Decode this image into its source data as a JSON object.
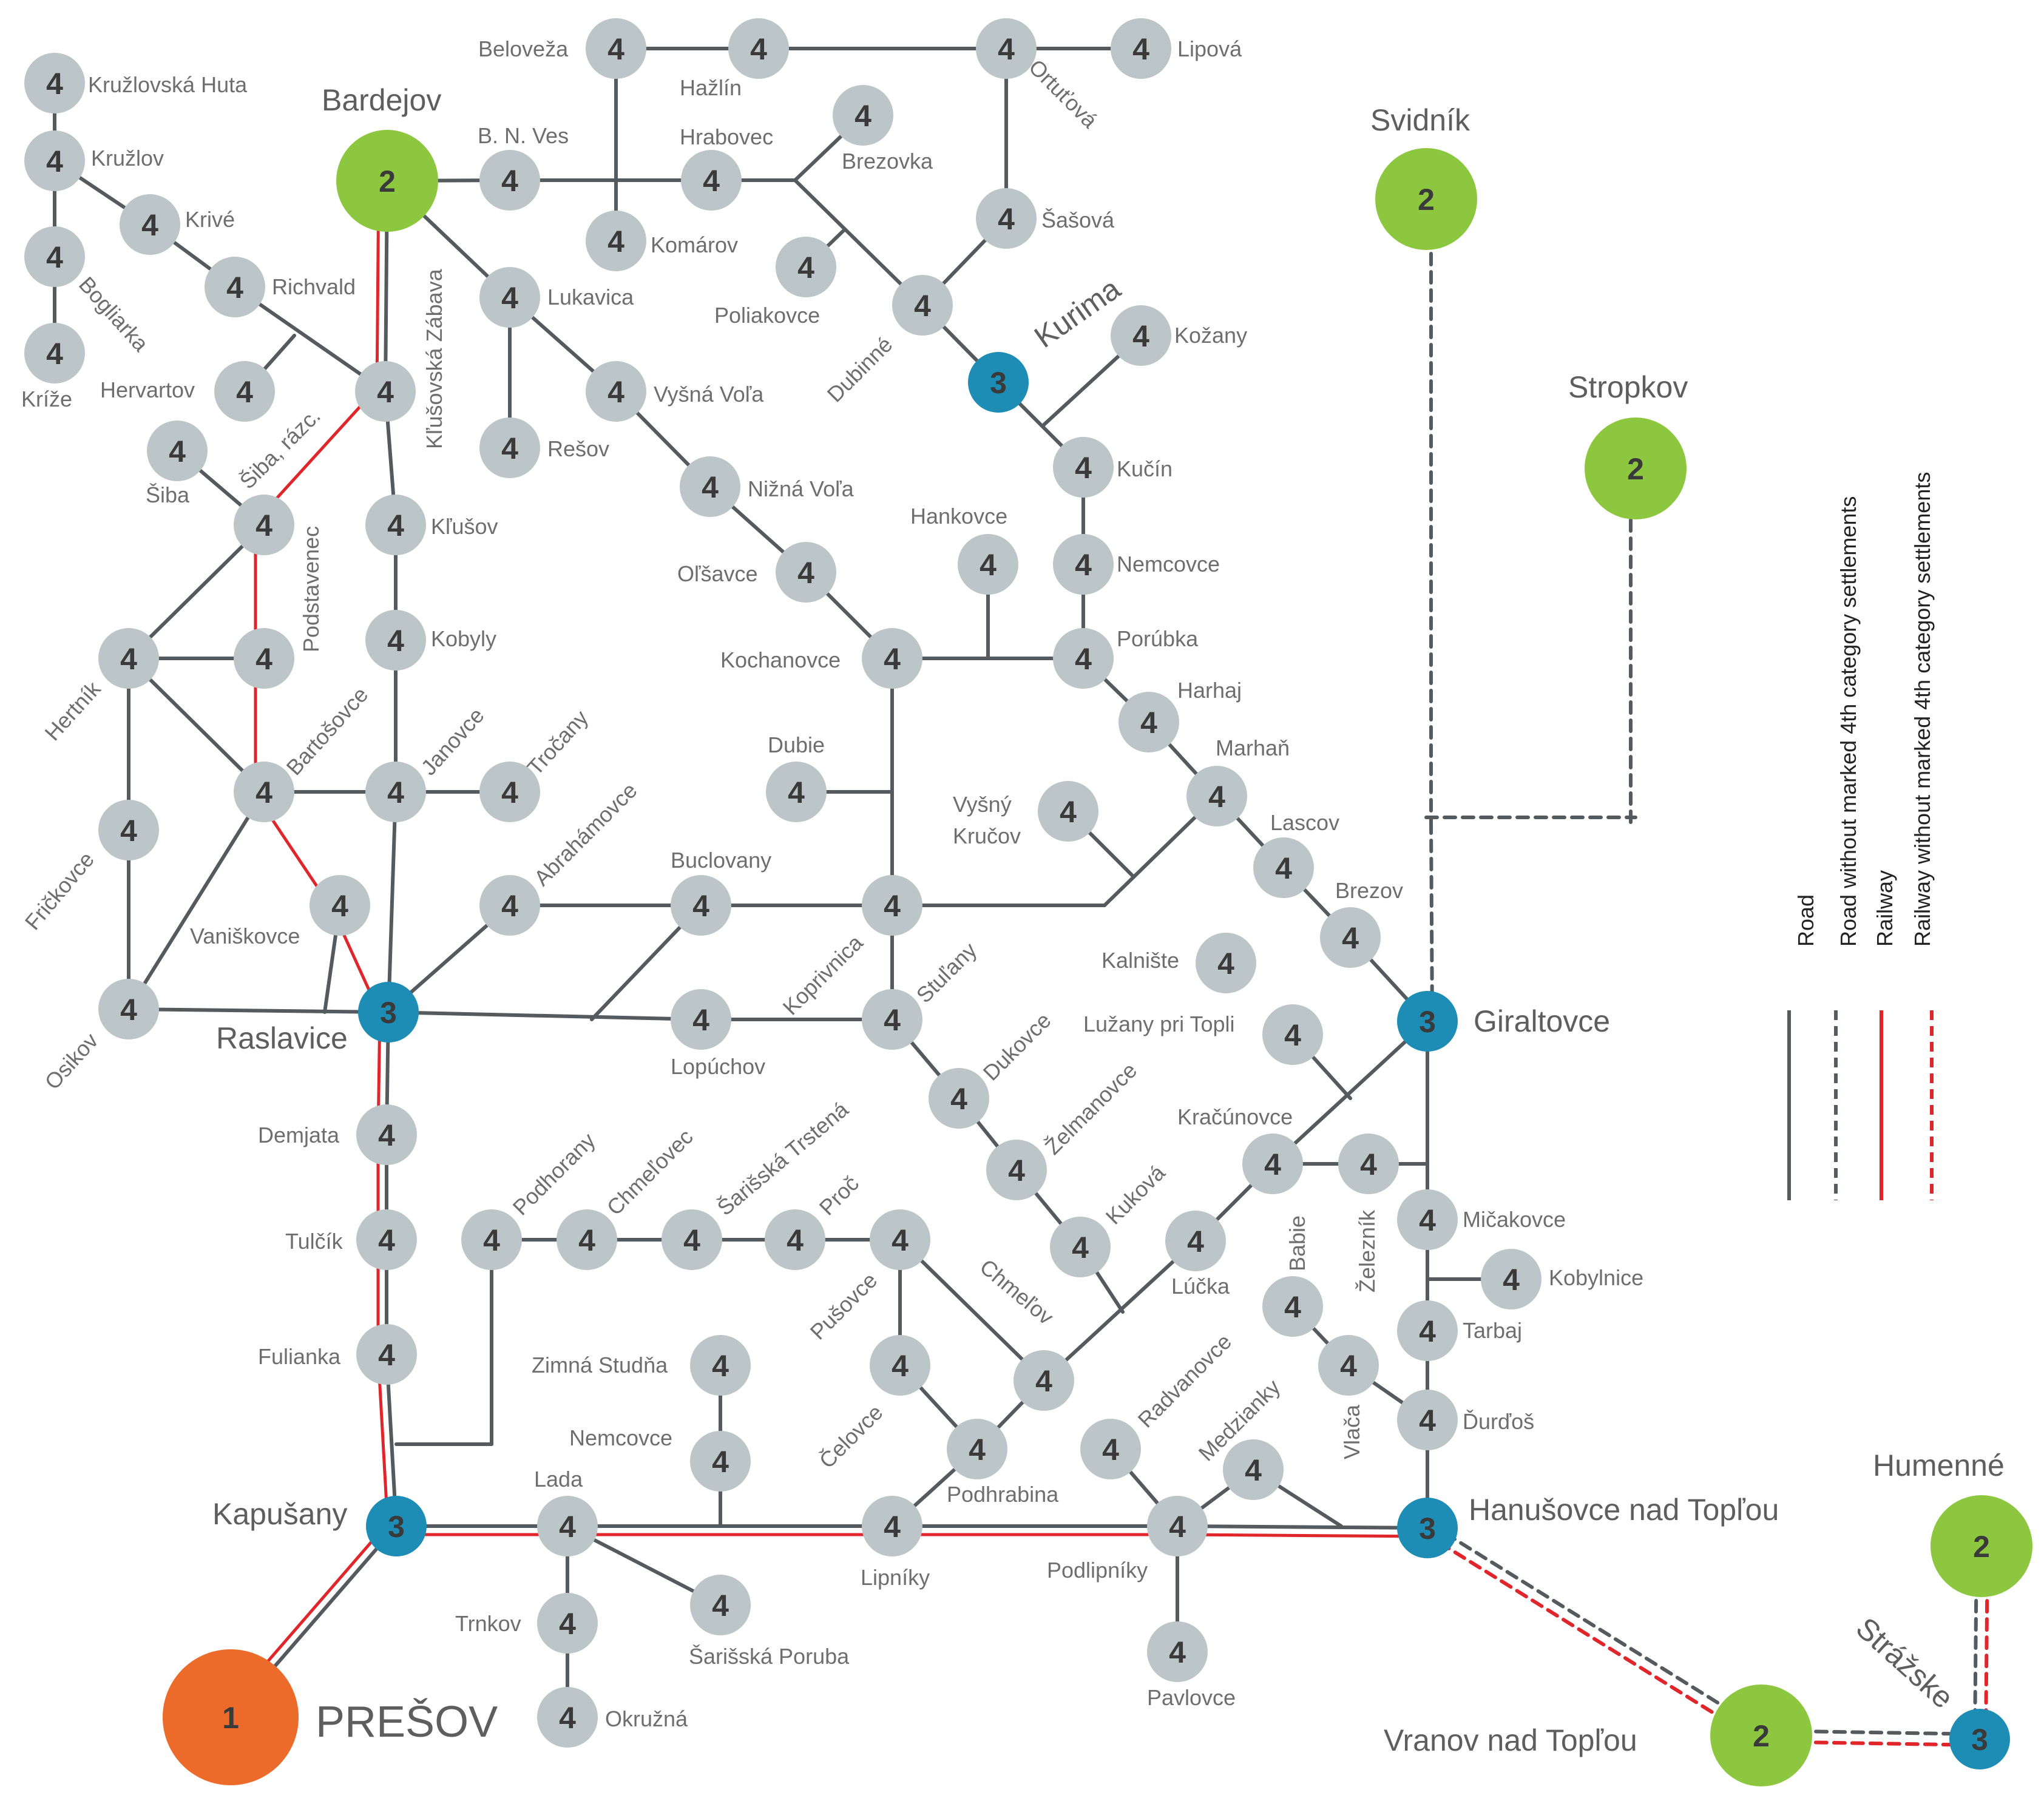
{
  "colors": {
    "road": "#555a5e",
    "railway": "#e0262b",
    "node4": "#bcc5c7",
    "node3": "#1e8db6",
    "node2": "#8dc63f",
    "node1": "#ec6b2a"
  },
  "legend": {
    "road": "Road",
    "road_dashed": "Road without marked 4th category settlements",
    "railway": "Railway",
    "railway_dashed": "Railway without marked 4th category settlements"
  },
  "places": {
    "presov": "PREŠOV",
    "bardejov": "Bardejov",
    "svidnik": "Svidník",
    "stropkov": "Stropkov",
    "humenne": "Humenné",
    "vranov": "Vranov nad Topľou",
    "raslavice": "Raslavice",
    "kapusany": "Kapušany",
    "giraltovce": "Giraltovce",
    "hanusovce": "Hanušovce nad Topľou",
    "kurima": "Kurima",
    "strazske": "Strážske",
    "kruzlovska_huta": "Kružlovská Huta",
    "kruzlov": "Kružlov",
    "krive": "Krivé",
    "bogliarka": "Bogliarka",
    "richvald": "Richvald",
    "krize": "Kríže",
    "hervartov": "Hervartov",
    "siba": "Šiba",
    "siba_razc": "Šiba, rázc.",
    "kluovska_zabava": "Kľušovská Zábava",
    "b_n_ves": "B. N. Ves",
    "beloveza": "Beloveža",
    "hazlin": "Hažlín",
    "lipova": "Lipová",
    "ortutova": "Ortuťová",
    "hrabovec": "Hrabovec",
    "brezovka": "Brezovka",
    "komarov": "Komárov",
    "sasova": "Šašová",
    "poliakovce": "Poliakovce",
    "lukavica": "Lukavica",
    "dubinne": "Dubinné",
    "kozany": "Kožany",
    "vysna_vola": "Vyšná Voľa",
    "resov": "Rešov",
    "kucin": "Kučín",
    "nizna_vola": "Nižná Voľa",
    "klusov": "Kľušov",
    "podstavenec": "Podstavenec",
    "hankovce": "Hankovce",
    "nemcovce_n": "Nemcovce",
    "olsavce": "Oľšavce",
    "kobyly": "Kobyly",
    "porubka": "Porúbka",
    "kochanovce": "Kochanovce",
    "hertnik": "Hertník",
    "bartosovce": "Bartošovce",
    "harhaj": "Harhaj",
    "janovce": "Janovce",
    "trocany": "Tročany",
    "dubie": "Dubie",
    "marhan": "Marhaň",
    "frickovce": "Fričkovce",
    "vysny_krucov_1": "Vyšný",
    "vysny_krucov_2": "Kručov",
    "abrahamovce": "Abrahámovce",
    "lascov": "Lascov",
    "buclovany": "Buclovany",
    "vaniskovce": "Vaniškovce",
    "brezov": "Brezov",
    "koprivnica": "Koprivnica",
    "stulany": "Stuľany",
    "kalniste": "Kalnište",
    "luzany": "Lužany pri Topli",
    "osikov": "Osikov",
    "lopuchov": "Lopúchov",
    "dukovce": "Dukovce",
    "zelmanovce": "Želmanovce",
    "kracunovce": "Kračúnovce",
    "demjata": "Demjata",
    "podhorany": "Podhorany",
    "chmelovec": "Chmeľovec",
    "sarisska_trstena": "Šarišská Trstená",
    "proc": "Proč",
    "kukova": "Kuková",
    "zeleznik": "Železník",
    "babie": "Babie",
    "micakovce": "Mičakovce",
    "tulcik": "Tulčík",
    "pusovce": "Pušovce",
    "chmelov": "Chmeľov",
    "lucka": "Lúčka",
    "kobylnice": "Kobylnice",
    "tarbaj": "Tarbaj",
    "fulianka": "Fulianka",
    "zimna_studna": "Zimná Studňa",
    "celovce": "Čelovce",
    "radvanovce": "Radvanovce",
    "vlaca": "Vlača",
    "medzianky": "Medzianky",
    "durdos": "Ďurďoš",
    "nemcovce_s": "Nemcovce",
    "podhrabina": "Podhrabina",
    "lada": "Lada",
    "lipniky": "Lipníky",
    "podlipniky": "Podlipníky",
    "trnkov": "Trnkov",
    "sarisska_poruba": "Šarišská Poruba",
    "pavlovce": "Pavlovce",
    "okruzna": "Okružná"
  }
}
